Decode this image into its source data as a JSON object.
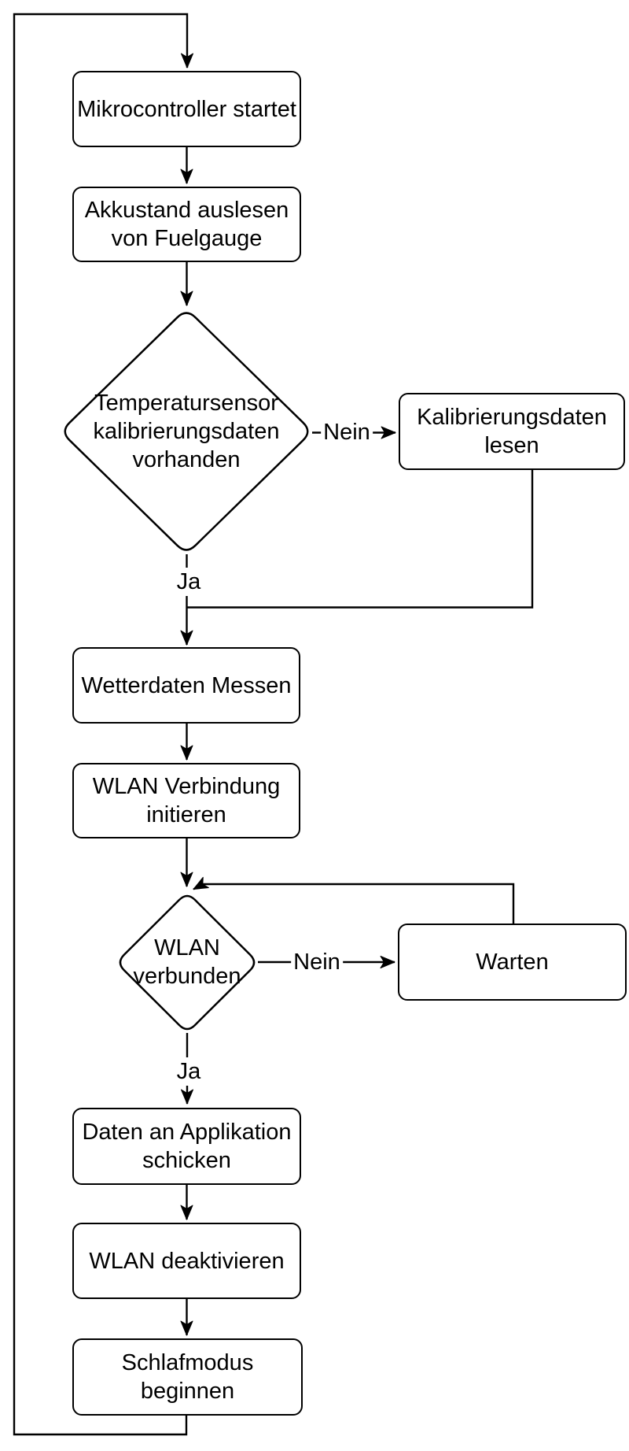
{
  "diagram": {
    "type": "flowchart",
    "language": "de",
    "colors": {
      "stroke": "#000000",
      "node_fill": "#ffffff",
      "text": "#000000",
      "background": "#ffffff"
    }
  },
  "nodes": {
    "start": {
      "label": "Mikrocontroller startet",
      "shape": "rounded-rect"
    },
    "read_battery": {
      "label": "Akkustand auslesen\nvon Fuelgauge",
      "shape": "rounded-rect"
    },
    "calibration_decision": {
      "label": "Temperatursensor\nkalibrierungsdaten\nvorhanden",
      "shape": "diamond"
    },
    "read_calibration": {
      "label": "Kalibrierungsdaten\nlesen",
      "shape": "rounded-rect"
    },
    "measure_weather": {
      "label": "Wetterdaten Messen",
      "shape": "rounded-rect"
    },
    "wlan_init": {
      "label": "WLAN Verbindung\ninitieren",
      "shape": "rounded-rect"
    },
    "wlan_decision": {
      "label": "WLAN\nverbunden",
      "shape": "diamond"
    },
    "wait": {
      "label": "Warten",
      "shape": "rounded-rect"
    },
    "send_data": {
      "label": "Daten an Applikation\nschicken",
      "shape": "rounded-rect"
    },
    "wlan_deactivate": {
      "label": "WLAN deaktivieren",
      "shape": "rounded-rect"
    },
    "sleep": {
      "label": "Schlafmodus\nbeginnen",
      "shape": "rounded-rect"
    }
  },
  "edge_labels": {
    "calibration_nein": "Nein",
    "calibration_ja": "Ja",
    "wlan_nein": "Nein",
    "wlan_ja": "Ja"
  }
}
